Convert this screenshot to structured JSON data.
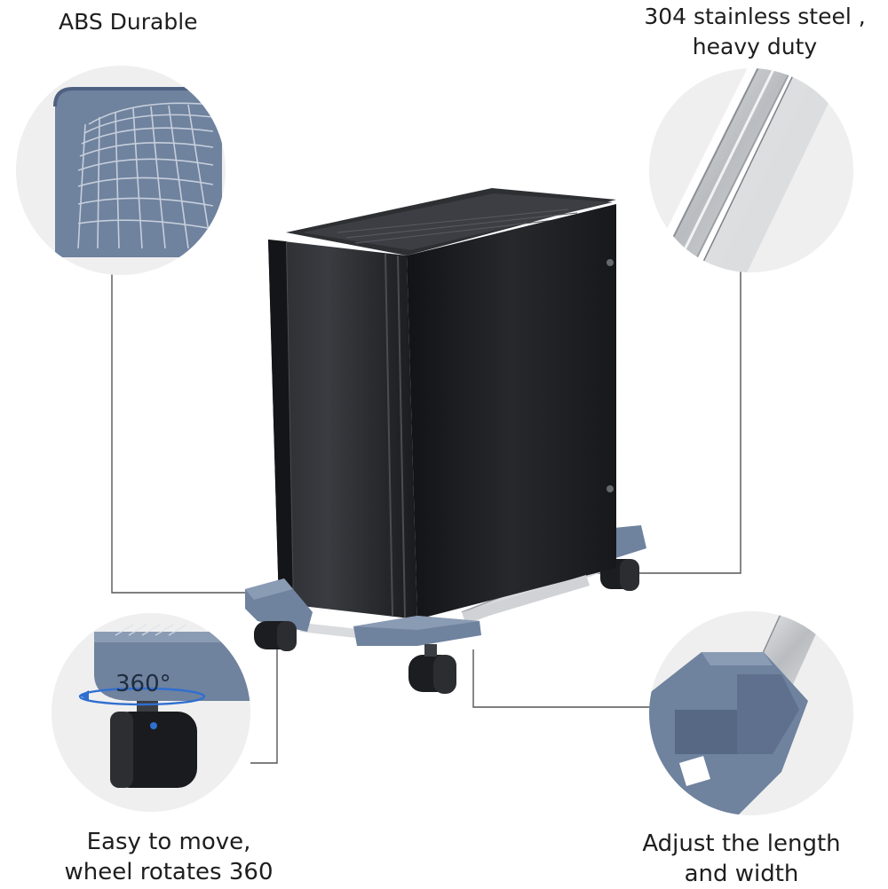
{
  "callouts": {
    "abs": {
      "text": "ABS Durable"
    },
    "steel": {
      "line1": "304 stainless steel ,",
      "line2": "heavy duty"
    },
    "move": {
      "line1": "Easy to move,",
      "line2": "wheel rotates 360"
    },
    "adjust": {
      "line1": "Adjust the length",
      "line2": "and width"
    }
  },
  "wheel_detail": {
    "rotation_text": "360°"
  },
  "colors": {
    "abs_blue": "#6f829e",
    "abs_blue_dark": "#4f6180",
    "case_black": "#1c1d20",
    "steel": "#c9ccd0",
    "circle_bg": "#efefef",
    "leader_line": "#555555"
  }
}
